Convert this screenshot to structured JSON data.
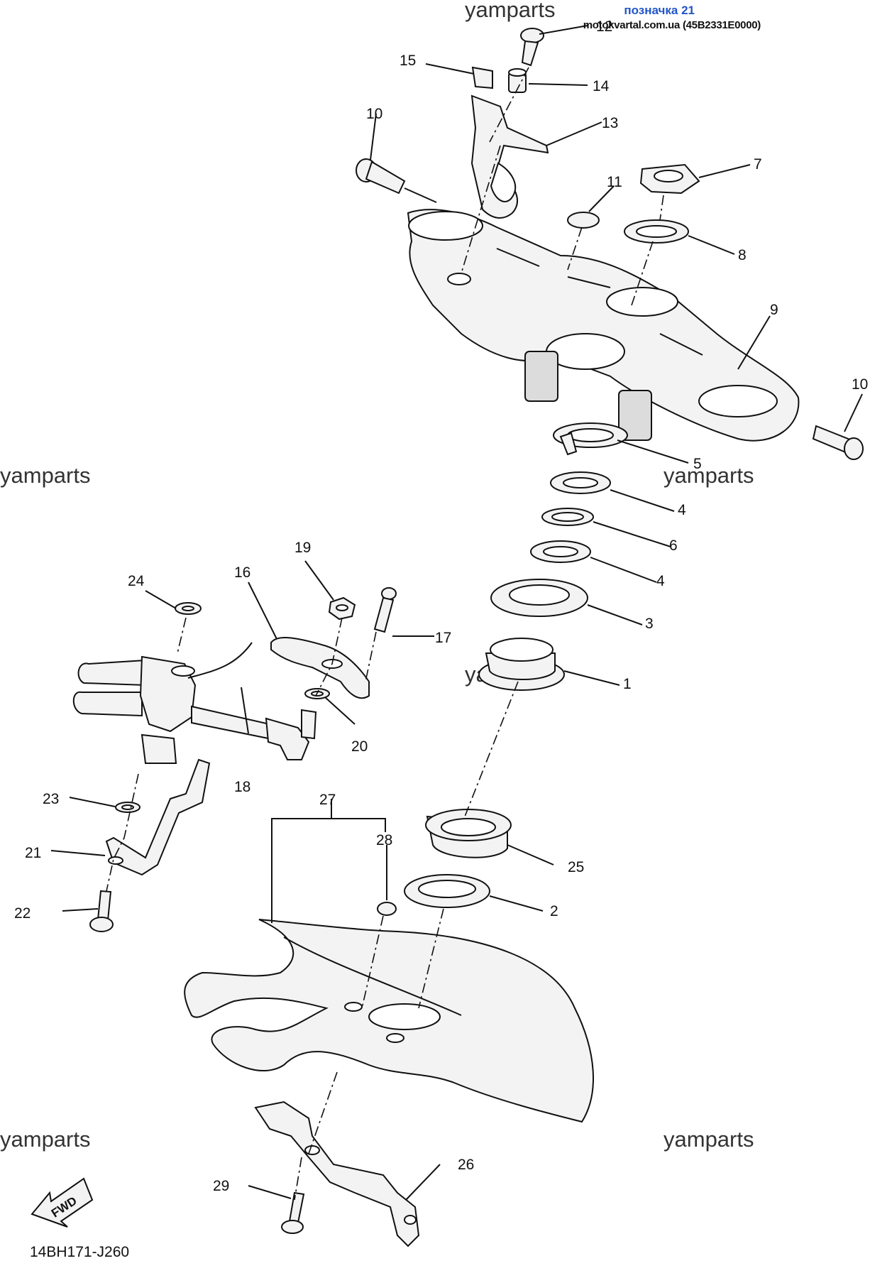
{
  "header": {
    "tag": "позначка 21",
    "source": "motokvartal.com.ua (45B2331E0000)"
  },
  "watermark": "yamparts",
  "diagram_code": "14BH171-J260",
  "fwd_label": "FWD",
  "callouts": [
    "1",
    "2",
    "3",
    "4",
    "5",
    "6",
    "7",
    "8",
    "9",
    "10",
    "11",
    "12",
    "13",
    "14",
    "15",
    "16",
    "17",
    "18",
    "19",
    "20",
    "21",
    "22",
    "23",
    "24",
    "25",
    "26",
    "27",
    "28",
    "29"
  ]
}
